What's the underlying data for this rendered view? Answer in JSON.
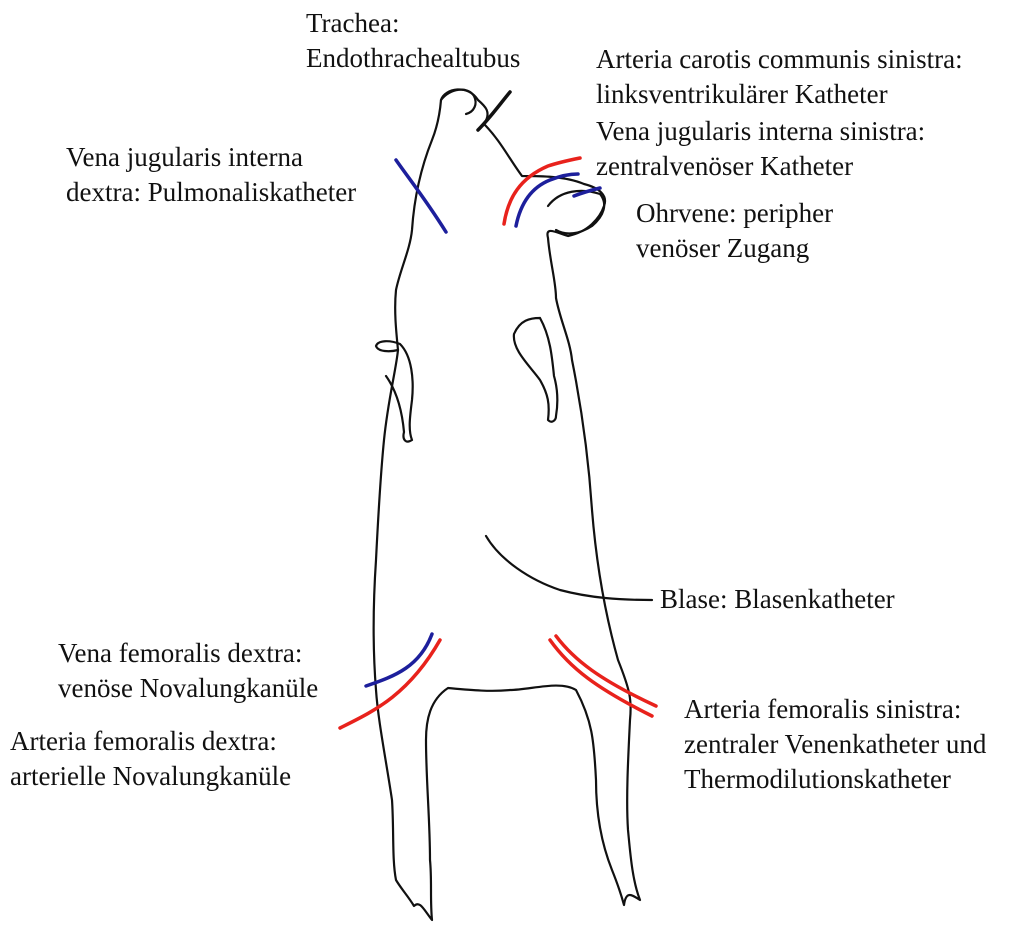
{
  "colors": {
    "outline": "#111111",
    "arterial": "#e8221c",
    "venous": "#1d1f9c",
    "black_line": "#111111"
  },
  "labels": {
    "trachea": {
      "line1": "Trachea:",
      "line2": "Endothrachealtubus"
    },
    "carotis": {
      "line1": "Arteria carotis communis sinistra:",
      "line2": "linksventrikulärer Katheter"
    },
    "jug_sin": {
      "line1": "Vena jugularis interna sinistra:",
      "line2": "zentralvenöser Katheter"
    },
    "jug_dex": {
      "line1": "Vena jugularis interna",
      "line2": "dextra: Pulmonaliskatheter"
    },
    "ohrvene": {
      "line1": "Ohrvene: peripher",
      "line2": "venöser Zugang"
    },
    "blase": {
      "line1": "Blase: Blasenkatheter"
    },
    "fem_v_dex": {
      "line1": "Vena femoralis dextra:",
      "line2": "venöse Novalungkanüle"
    },
    "fem_a_dex": {
      "line1": "Arteria femoralis dextra:",
      "line2": "arterielle Novalungkanüle"
    },
    "fem_a_sin": {
      "line1": "Arteria femoralis sinistra:",
      "line2": "zentraler Venenkatheter und",
      "line3": "Thermodilutionskatheter"
    }
  }
}
